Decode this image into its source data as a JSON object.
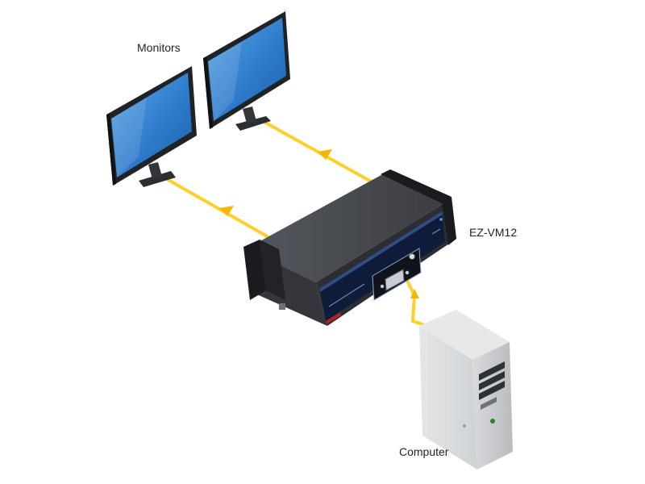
{
  "labels": {
    "monitors": "Monitors",
    "device": "EZ-VM12",
    "computer": "Computer"
  },
  "colors": {
    "background": "#ffffff",
    "cable": "#ffd02a",
    "cable_arrow": "#f2b705",
    "screen": "#3a86cf",
    "monitor_bezel": "#1f2226",
    "device_body": "#3b3d42",
    "device_panel": "#0e1c3a",
    "computer_case": "#c9cbcd"
  },
  "icons": [
    "vga-connector-icon",
    "power-led-icon"
  ]
}
